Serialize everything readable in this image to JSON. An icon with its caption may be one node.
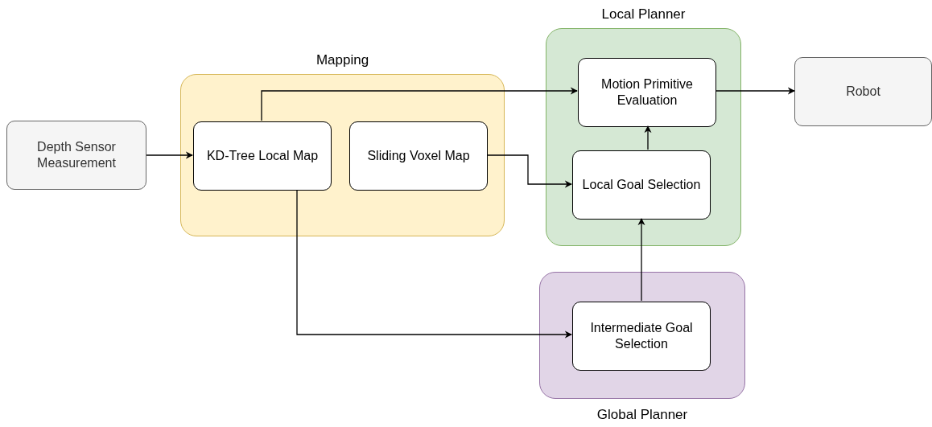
{
  "diagram": {
    "nodes": [
      {
        "text": [
          "Depth Sensor Measurement"
        ]
      },
      {
        "text": [
          "Mapping"
        ]
      },
      {
        "text": [
          "KD-Tree Local Map"
        ],
        "in": 1
      },
      {
        "text": [
          "Sliding Voxel Map"
        ],
        "in": 1
      },
      {
        "text": [
          "Local Planner"
        ]
      },
      {
        "text": [
          "Motion Primitive Evaluation"
        ],
        "in": 4
      },
      {
        "text": [
          "Local Goal Selection"
        ],
        "in": 4
      },
      {
        "text": [
          "Robot"
        ]
      },
      {
        "text": [
          "Global Planner"
        ]
      },
      {
        "text": [
          "Intermediate Goal Selection"
        ],
        "in": 8
      }
    ],
    "edges": [
      {
        "from": 0,
        "to": 2,
        "arrow": "to"
      },
      {
        "from": 2,
        "to": 5,
        "arrow": "to"
      },
      {
        "from": 3,
        "to": 6,
        "arrow": "to"
      },
      {
        "from": 6,
        "to": 5,
        "arrow": "to"
      },
      {
        "from": 5,
        "to": 7,
        "arrow": "to"
      },
      {
        "from": 9,
        "to": 6,
        "arrow": "to"
      },
      {
        "from": 2,
        "to": 9,
        "arrow": "to"
      }
    ]
  }
}
